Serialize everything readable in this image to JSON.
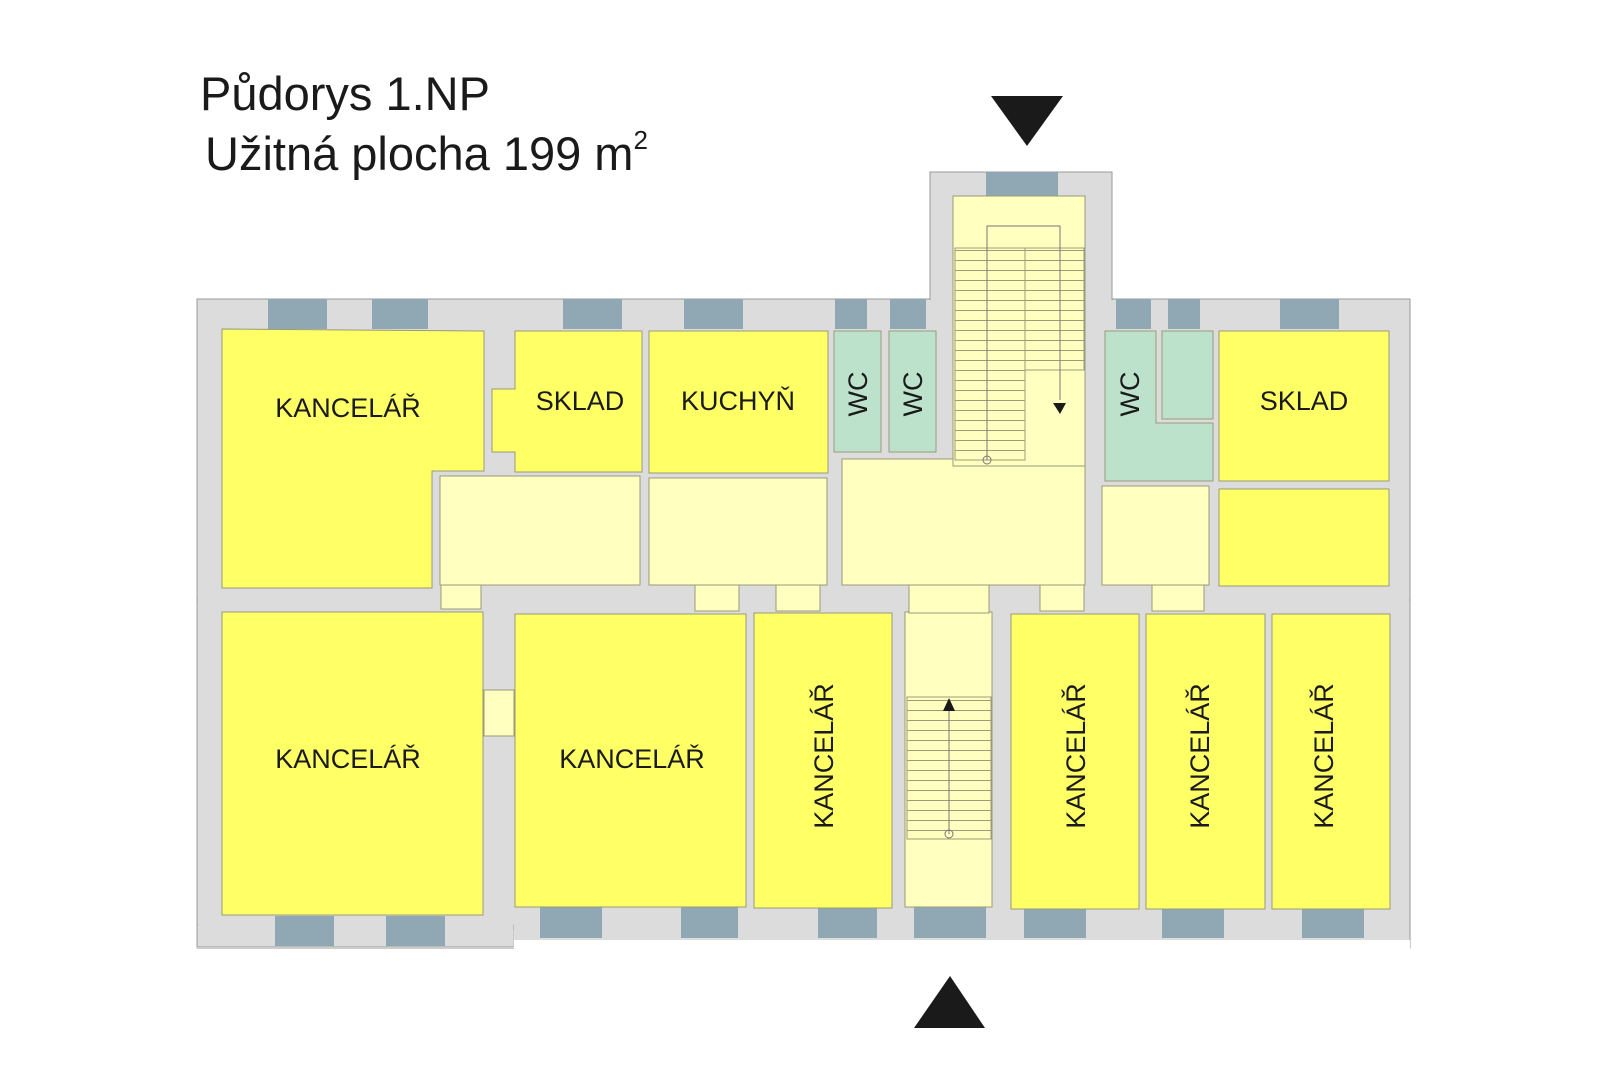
{
  "title": "Půdorys 1.NP",
  "area": {
    "label": "Užitná plocha 199 m",
    "exponent": "2"
  },
  "rooms": {
    "kancelar": "KANCELÁŘ",
    "sklad": "SKLAD",
    "kuchyn": "KUCHYŇ",
    "wc": "WC"
  },
  "colors": {
    "wall": "#dcdcdc",
    "room": "#ffff66",
    "corridor": "#ffffc0",
    "wc": "#bde2cc",
    "window": "#8fa8b4",
    "arrow": "#1a1a1a"
  },
  "icons": {
    "entrance_top": "entrance-arrow-down-icon",
    "entrance_bottom": "entrance-arrow-up-icon"
  }
}
